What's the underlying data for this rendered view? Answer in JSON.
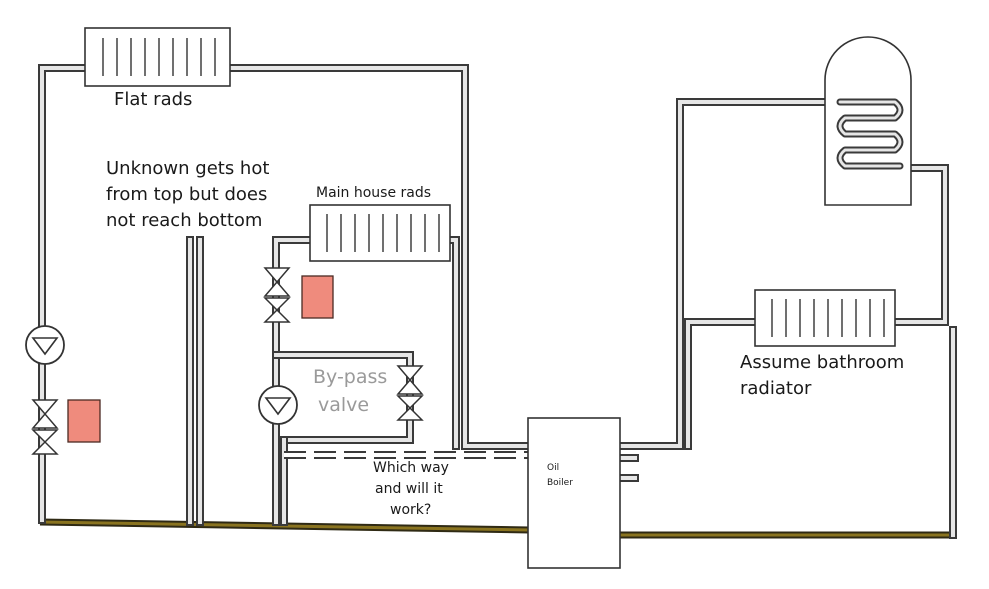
{
  "labels": {
    "flat_rads": "Flat rads",
    "unknown_line1": "Unknown gets hot",
    "unknown_line2": "from top but does",
    "unknown_line3": "not reach bottom",
    "main_house_rads": "Main house rads",
    "bypass_line1": "By-pass",
    "bypass_line2": "valve",
    "question_line1": "Which way",
    "question_line2": "and will it",
    "question_line3": "work?",
    "boiler_line1": "Oil",
    "boiler_line2": "Boiler",
    "bathroom_line1": "Assume bathroom",
    "bathroom_line2": "radiator"
  },
  "components": {
    "radiators": [
      "flat-rad",
      "main-house-rad",
      "bathroom-rad"
    ],
    "pumps": [
      "flat-pump",
      "main-pump"
    ],
    "valves": [
      "flat-zone-valve",
      "main-zone-valve",
      "bypass-valve"
    ],
    "sensors": [
      "flat-sensor",
      "main-sensor"
    ],
    "cylinder": "hot-water-cylinder",
    "boiler": "oil-boiler"
  },
  "colors": {
    "pipe": "#3a3a3a",
    "pipe_fill": "#e6e6e6",
    "return_pipe": "#8a7420",
    "sensor": "#ef8b7d",
    "bypass_label": "#9a9a9a"
  }
}
